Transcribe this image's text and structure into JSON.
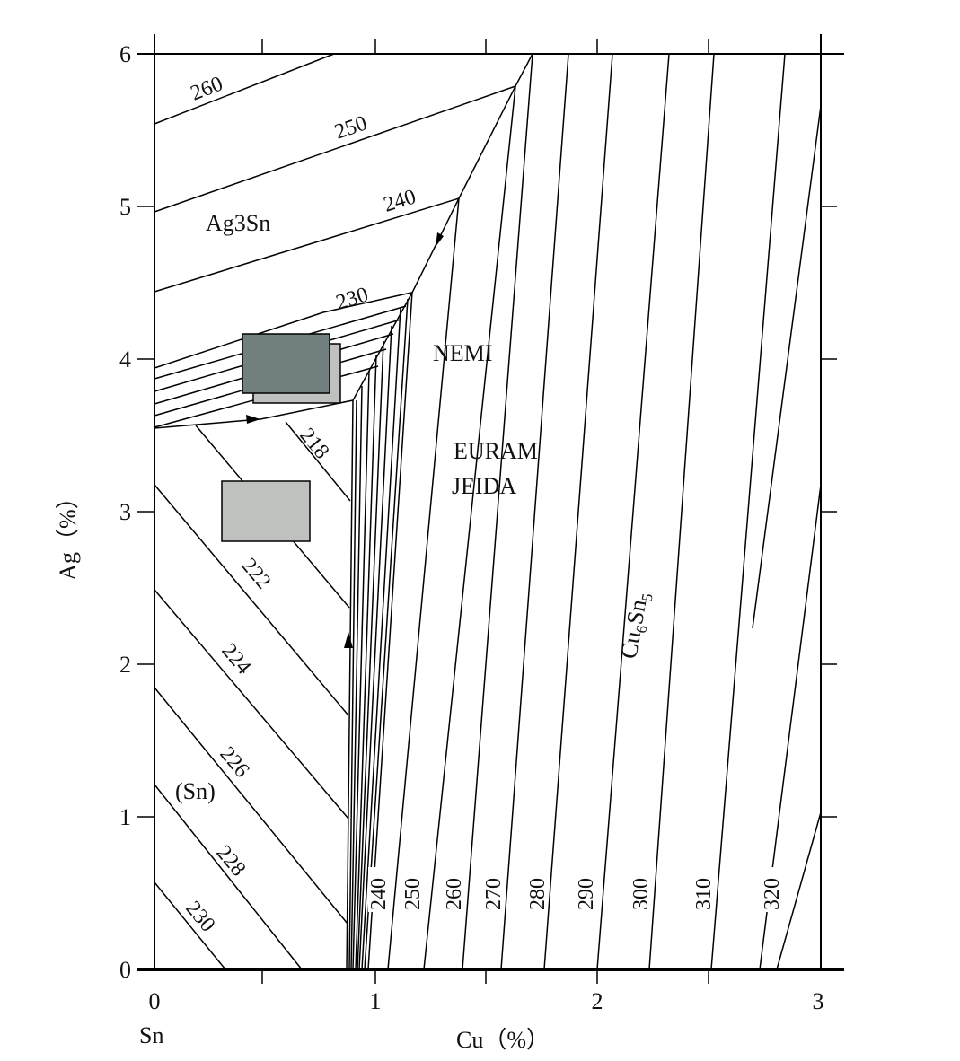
{
  "axes": {
    "x_title": "Cu（%）",
    "y_title": "Ag（%）",
    "x_ticks": [
      "0",
      "1",
      "2",
      "3"
    ],
    "y_ticks": [
      "0",
      "1",
      "2",
      "3",
      "4",
      "5",
      "6"
    ],
    "origin_label": "Sn",
    "xlim": [
      0,
      3
    ],
    "ylim": [
      0,
      6
    ]
  },
  "regions": {
    "ag3sn": "Ag3Sn",
    "sn": "(Sn)",
    "cu6sn5_base": "Cu",
    "cu6sn5_sub1": "6",
    "cu6sn5_mid": "Sn",
    "cu6sn5_sub2": "5"
  },
  "standards": {
    "nemi": "NEMI",
    "euram": "EURAM",
    "jeida": "JEIDA"
  },
  "isotherm_labels": {
    "ag3sn": [
      "260",
      "250",
      "240",
      "230"
    ],
    "sn": [
      "218",
      "222",
      "224",
      "226",
      "228",
      "230"
    ],
    "cu6sn5": [
      "240",
      "250",
      "260",
      "270",
      "280",
      "290",
      "300",
      "310",
      "320"
    ]
  },
  "colors": {
    "nemi_box": "#727f7f",
    "euram_shadow": "#bfc1bf",
    "jeida_box": "#bfc1bf",
    "line": "#000000"
  }
}
